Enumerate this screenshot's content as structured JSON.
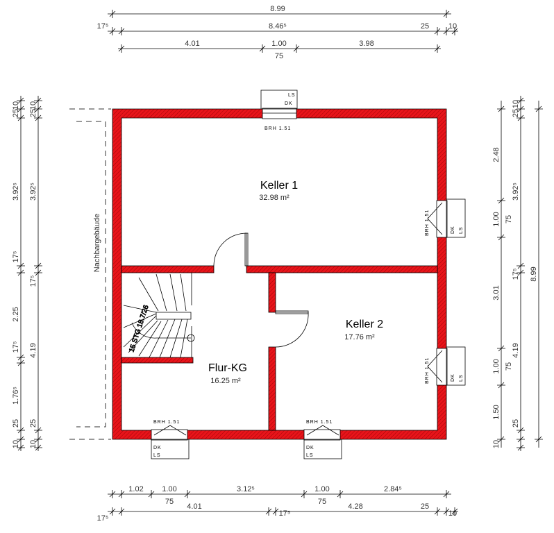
{
  "rooms": {
    "keller1": {
      "name": "Keller 1",
      "area": "32.98 m²"
    },
    "keller2": {
      "name": "Keller 2",
      "area": "17.76 m²"
    },
    "flur": {
      "name": "Flur-KG",
      "area": "16.25 m²"
    }
  },
  "neighbor_label": "Nachbargebäude",
  "stair_label": "15 STG 18.7/26",
  "window_labels": {
    "brh": "BRH 1.51",
    "dk": "DK",
    "ls": "LS"
  },
  "dimensions": {
    "top": {
      "row1": [
        "8.99"
      ],
      "row2": [
        "17⁵",
        "8.46⁵",
        "25",
        "10"
      ],
      "row3": [
        "4.01",
        "1.00",
        "75",
        "3.98"
      ]
    },
    "bottom": {
      "row1": [
        "1.02",
        "1.00",
        "75",
        "3.12⁵",
        "1.00",
        "75",
        "2.84⁵"
      ],
      "row2": [
        "17⁵",
        "4.01",
        "17⁵",
        "4.28",
        "25",
        "10"
      ]
    },
    "left": {
      "col1": [
        "10",
        "25",
        "3.92⁵",
        "17⁵",
        "2.25",
        "17⁵",
        "1.76⁵",
        "25",
        "10"
      ],
      "col2": [
        "10",
        "25",
        "3.92⁵",
        "17⁵",
        "4.19",
        "25",
        "10"
      ]
    },
    "right": {
      "col1": [
        "2.48",
        "1.00",
        "75",
        "3.01",
        "1.00",
        "75",
        "1.50",
        "10"
      ],
      "col2": [
        "10",
        "25",
        "3.92⁵",
        "17⁵",
        "4.19",
        "25"
      ],
      "col3": [
        "8.99"
      ]
    }
  },
  "colors": {
    "wall": "#e8141a",
    "hatch": "#7a0000"
  }
}
